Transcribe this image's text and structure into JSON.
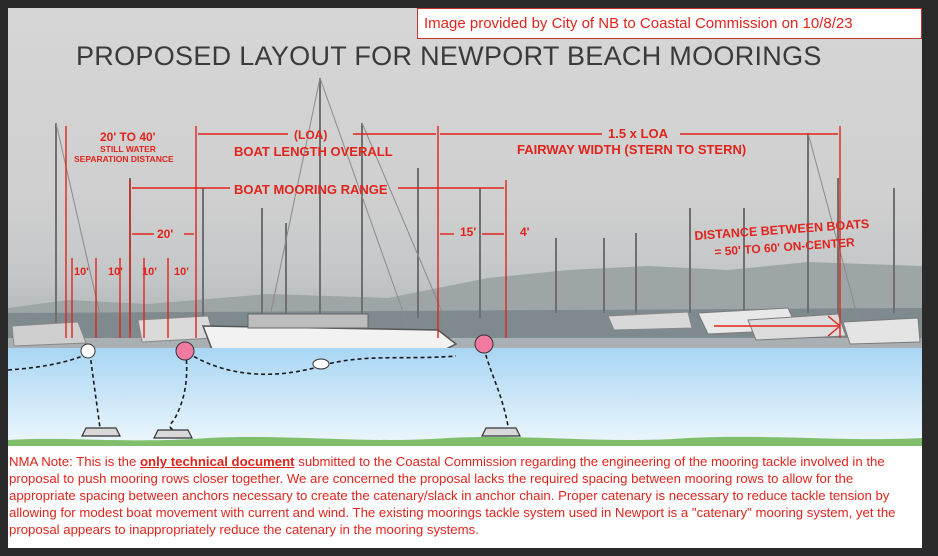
{
  "credit": "Image provided by City of NB to Coastal Commission on 10/8/23",
  "title": "PROPOSED LAYOUT FOR NEWPORT BEACH MOORINGS",
  "labels": {
    "separation_top": "20' TO 40'",
    "separation_line1": "STILL WATER",
    "separation_line2": "SEPARATION DISTANCE",
    "loa_top": "(LOA)",
    "loa_bottom": "BOAT LENGTH OVERALL",
    "fairway_top": "1.5 x LOA",
    "fairway_bottom": "FAIRWAY WIDTH (STERN TO STERN)",
    "mooring_range": "BOAT MOORING RANGE",
    "dim_20": "20'",
    "dim_15": "15'",
    "dim_4": "4'",
    "dim_10a": "10'",
    "dim_10b": "10'",
    "dim_10c": "10'",
    "dim_10d": "10'",
    "distance_line1": "DISTANCE BETWEEN BOATS",
    "distance_line2": "= 50' TO 60' ON-CENTER"
  },
  "note": {
    "prefix": "NMA Note: This is the ",
    "emphasis": "only technical document",
    "body": " submitted to the Coastal Commission regarding the engineering of the mooring tackle involved in the proposal to push mooring rows closer together. We are concerned the proposal lacks the required spacing between mooring rows to allow for the appropriate spacing between anchors necessary to create the catenary/slack in anchor chain. Proper catenary is necessary to reduce tackle tension by allowing for modest boat movement with current and wind. The existing moorings tackle system used in Newport is a \"catenary\" mooring system, yet the proposal appears to inappropriately reduce the catenary in the mooring systems."
  },
  "colors": {
    "annotation_red": "#e0241c",
    "buoy_pink": "#f07aa0",
    "water_blue": "#8fc8ee"
  }
}
